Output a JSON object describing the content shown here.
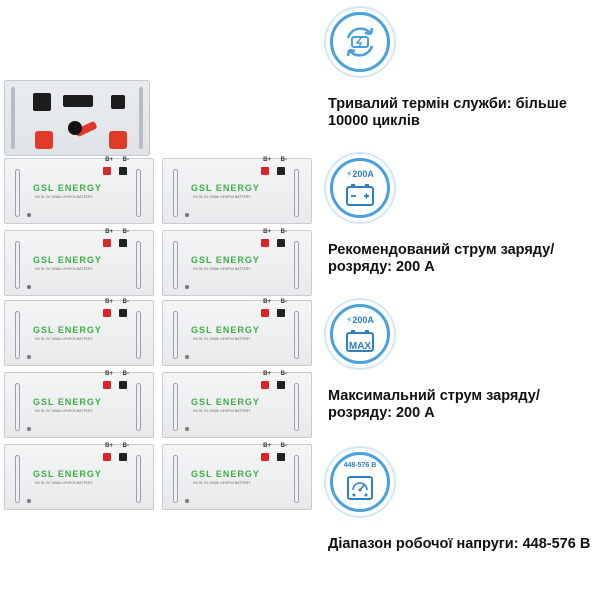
{
  "product": {
    "brand": "GSL ENERGY",
    "module_model": "HV 51.2V 100Ah LiFePO4 BATTERY",
    "pos_terminal": "B+",
    "neg_terminal": "B-",
    "module_count": 10
  },
  "features": [
    {
      "icon": "battery-cycle-icon",
      "text": "Тривалий термін служби: більше 10000 циклів"
    },
    {
      "icon": "charge-current-icon",
      "icon_value": "⚡200A",
      "text": "Рекомендований струм заряду/розряду: 200 А"
    },
    {
      "icon": "max-current-icon",
      "icon_value": "⚡200A",
      "icon_badge": "MAX",
      "text": "Максимальний струм заряду/розряду: 200 А"
    },
    {
      "icon": "voltage-gauge-icon",
      "icon_value": "448-576 В",
      "text": "Діапазон робочої напруги: 448-576 В"
    }
  ],
  "colors": {
    "accent": "#4aa0dc",
    "brand_green": "#3fae49",
    "terminal_red": "#d8262a"
  }
}
